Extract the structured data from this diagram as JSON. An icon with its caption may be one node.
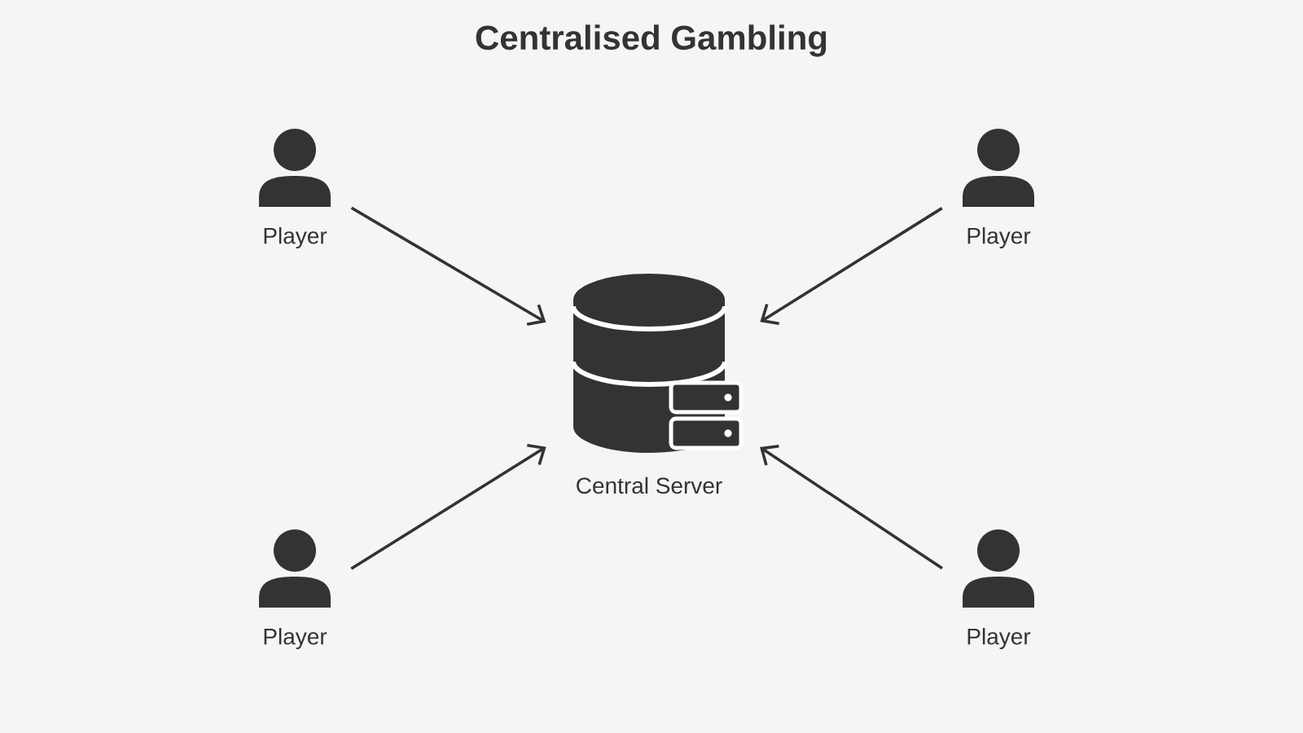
{
  "diagram": {
    "title": "Centralised Gambling",
    "nodes": [
      {
        "text": [
          "Player"
        ]
      },
      {
        "text": [
          "Player"
        ]
      },
      {
        "text": [
          "Central Server"
        ]
      },
      {
        "text": [
          "Player"
        ]
      },
      {
        "text": [
          "Player"
        ]
      }
    ],
    "edges": [
      {
        "from": 0,
        "to": 2,
        "arrow": "to"
      },
      {
        "from": 1,
        "to": 2,
        "arrow": "to"
      },
      {
        "from": 3,
        "to": 2,
        "arrow": "to"
      },
      {
        "from": 4,
        "to": 2,
        "arrow": "to"
      }
    ]
  }
}
